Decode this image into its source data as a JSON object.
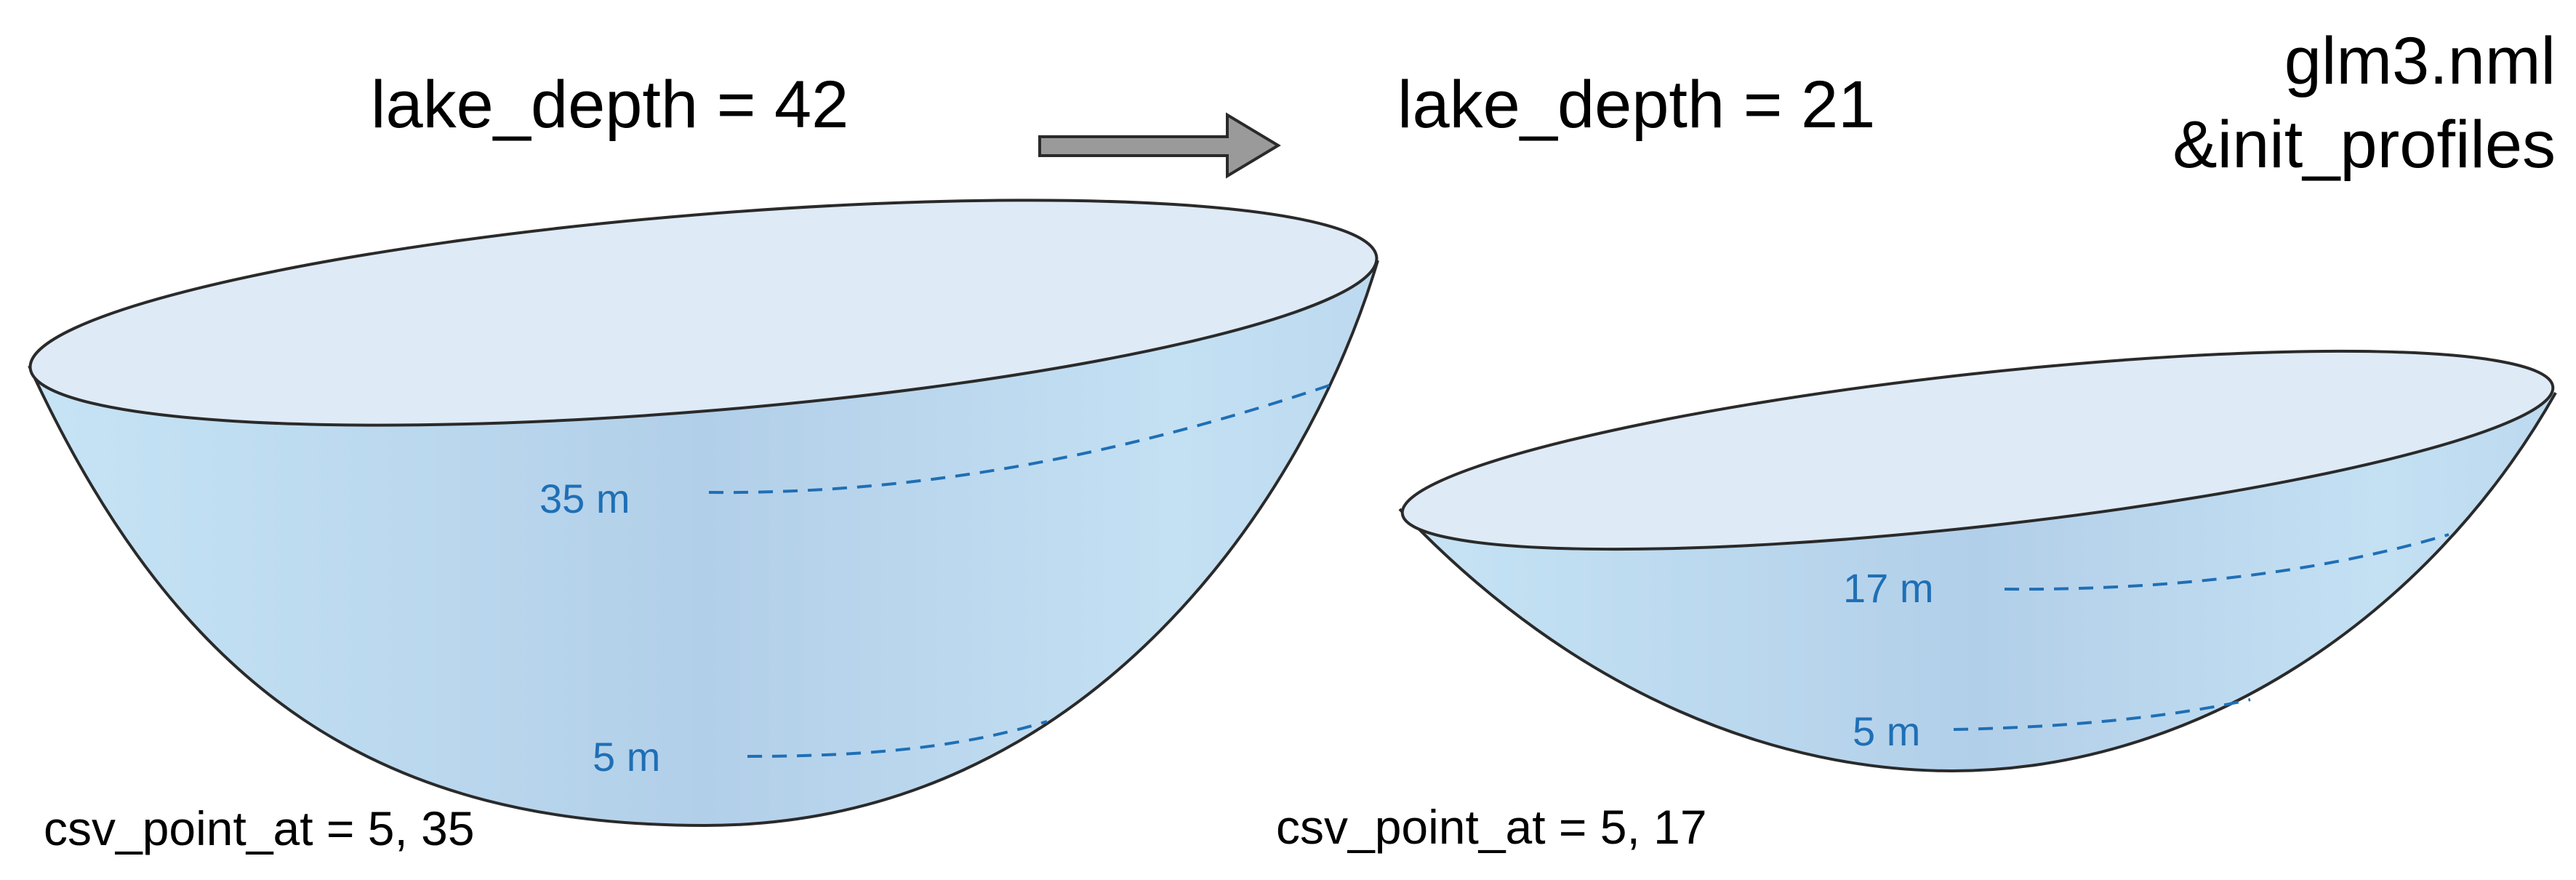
{
  "file_title": {
    "line1": "glm3.nml",
    "line2": "&init_profiles"
  },
  "before": {
    "lake_depth_label": "lake_depth = 42",
    "csv_point_label": "csv_point_at = 5, 35",
    "depth_labels": [
      "35 m",
      "5 m"
    ]
  },
  "after": {
    "lake_depth_label": "lake_depth = 21",
    "csv_point_label": "csv_point_at = 5, 17",
    "depth_labels": [
      "17 m",
      "5 m"
    ]
  },
  "colors": {
    "water_light": "#c4e2f4",
    "water_mid": "#b3d0ea",
    "surface": "#deeaf6",
    "outline": "#2a2a2a",
    "depth_line": "#1f6fb5",
    "arrow_fill": "#9a9a9a"
  },
  "icons": {
    "transition": "right-arrow-icon"
  }
}
